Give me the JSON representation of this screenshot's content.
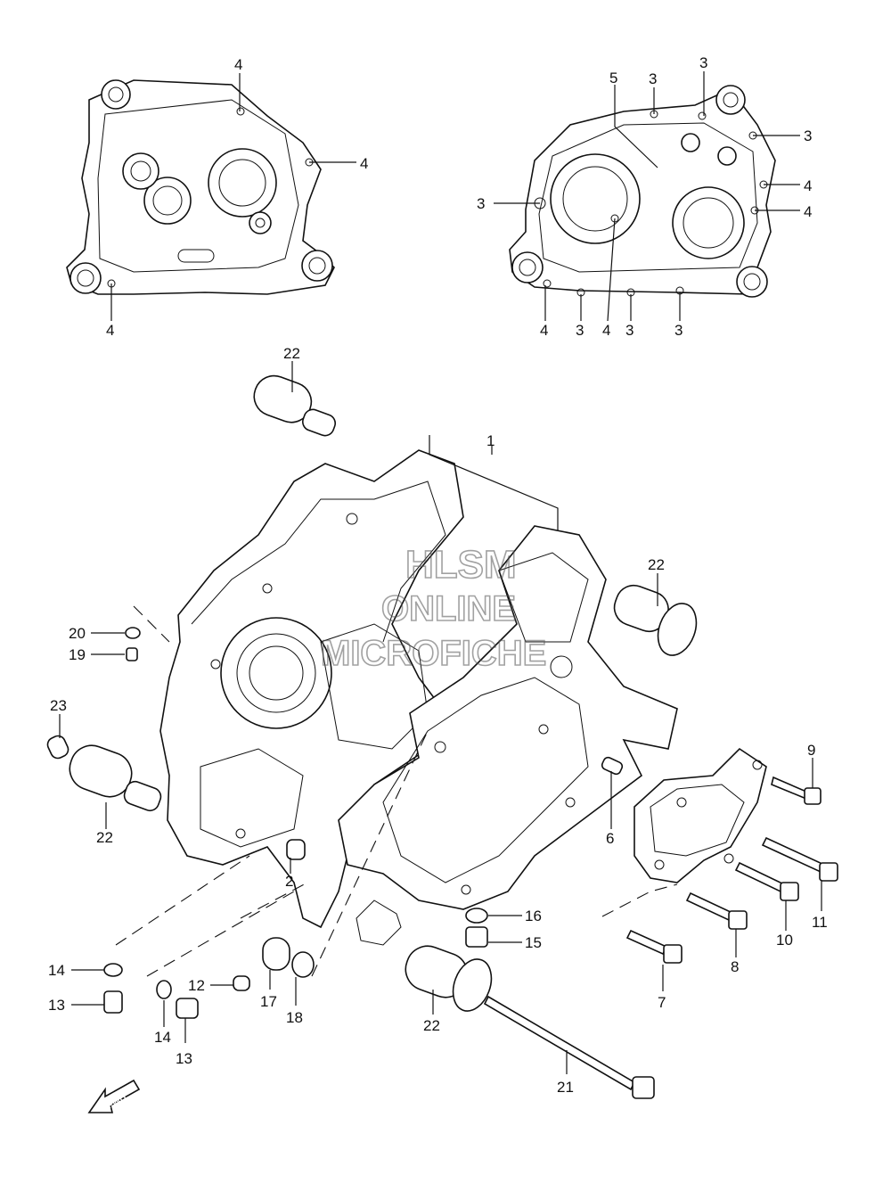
{
  "watermark": {
    "line1": "HLSM",
    "line2": "ONLINE",
    "line3": "MICROFICHE"
  },
  "fwd_label": "FWD",
  "callouts": [
    {
      "id": "c-4-tl-top",
      "text": "4"
    },
    {
      "id": "c-4-tl-right",
      "text": "4"
    },
    {
      "id": "c-4-tl-bottom",
      "text": "4"
    },
    {
      "id": "c-5",
      "text": "5"
    },
    {
      "id": "c-3-tr-a",
      "text": "3"
    },
    {
      "id": "c-3-tr-b",
      "text": "3"
    },
    {
      "id": "c-3-tr-right",
      "text": "3"
    },
    {
      "id": "c-4-tr-r1",
      "text": "4"
    },
    {
      "id": "c-3-tr-left",
      "text": "3"
    },
    {
      "id": "c-4-tr-r2",
      "text": "4"
    },
    {
      "id": "c-4-tr-b1",
      "text": "4"
    },
    {
      "id": "c-3-tr-b1",
      "text": "3"
    },
    {
      "id": "c-4-tr-b2",
      "text": "4"
    },
    {
      "id": "c-3-tr-b2",
      "text": "3"
    },
    {
      "id": "c-3-tr-b3",
      "text": "3"
    },
    {
      "id": "c-22-top",
      "text": "22"
    },
    {
      "id": "c-1",
      "text": "1"
    },
    {
      "id": "c-22-right",
      "text": "22"
    },
    {
      "id": "c-20",
      "text": "20"
    },
    {
      "id": "c-19",
      "text": "19"
    },
    {
      "id": "c-23",
      "text": "23"
    },
    {
      "id": "c-22-left",
      "text": "22"
    },
    {
      "id": "c-9",
      "text": "9"
    },
    {
      "id": "c-6",
      "text": "6"
    },
    {
      "id": "c-2",
      "text": "2"
    },
    {
      "id": "c-11",
      "text": "11"
    },
    {
      "id": "c-10",
      "text": "10"
    },
    {
      "id": "c-16",
      "text": "16"
    },
    {
      "id": "c-15",
      "text": "15"
    },
    {
      "id": "c-8",
      "text": "8"
    },
    {
      "id": "c-14-left",
      "text": "14"
    },
    {
      "id": "c-12",
      "text": "12"
    },
    {
      "id": "c-13-left",
      "text": "13"
    },
    {
      "id": "c-14-mid",
      "text": "14"
    },
    {
      "id": "c-13-mid",
      "text": "13"
    },
    {
      "id": "c-17",
      "text": "17"
    },
    {
      "id": "c-18",
      "text": "18"
    },
    {
      "id": "c-22-bottom",
      "text": "22"
    },
    {
      "id": "c-7",
      "text": "7"
    },
    {
      "id": "c-21",
      "text": "21"
    }
  ]
}
